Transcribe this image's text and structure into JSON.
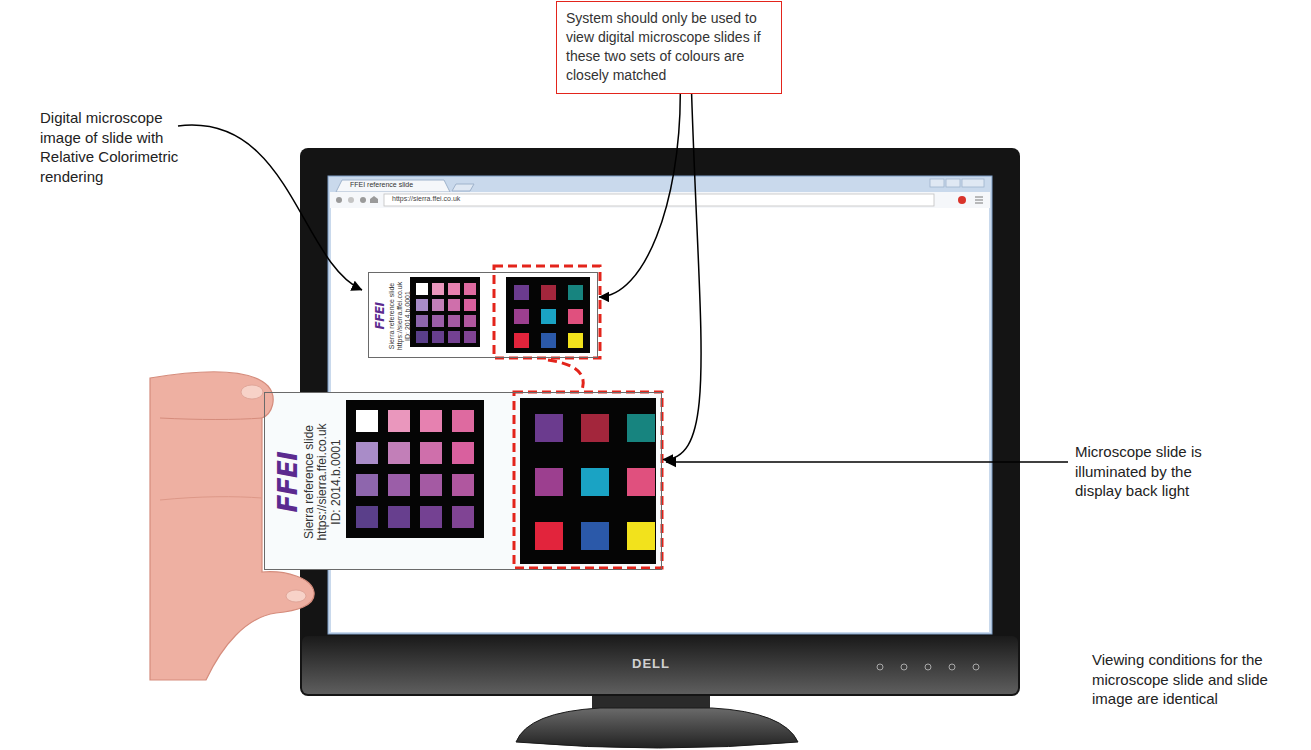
{
  "diagram": {
    "nodes": [
      {
        "text": [
          "System should only be used to view digital microscope slides if these two sets of colours are closely matched"
        ]
      },
      {
        "text": [
          "FFEI",
          "Sierra reference slide",
          "https://sierra.ffei.co.uk",
          "ID: 2014.b.0001"
        ]
      },
      {
        "text": [
          "FFEI",
          "Sierra reference slide",
          "https://sierra.ffei.co.uk",
          "ID: 2014.b.0001"
        ]
      }
    ],
    "edges": [
      {
        "from": 0,
        "to": 1,
        "arrow": "to"
      },
      {
        "from": 0,
        "to": 2,
        "arrow": "to"
      }
    ],
    "labels": [
      "Digital microscope image of slide with Relative Colorimetric rendering",
      "Microscope slide is illuminated by the display back light",
      "Viewing conditions for the microscope slide and slide image are identical",
      "FFEI reference slide",
      "https://sierra.ffei.co.uk",
      "DELL"
    ]
  }
}
